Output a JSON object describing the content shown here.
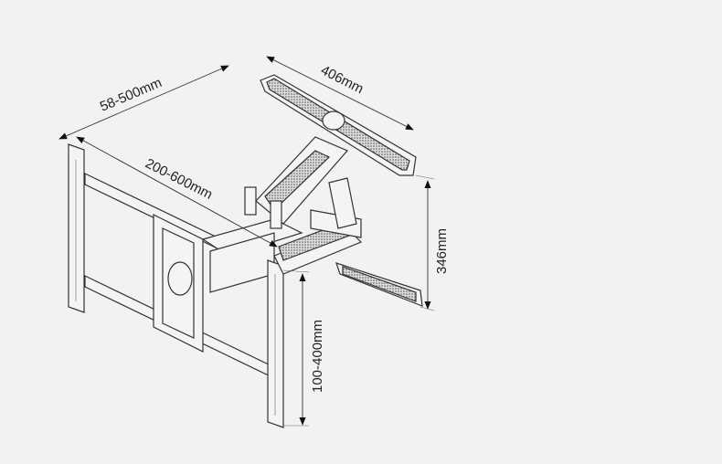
{
  "title": "Full-motion TV wall mount dimension diagram",
  "dimensions": {
    "wall_plate_range": "58-500mm",
    "bracket_width": "406mm",
    "horizontal_range": "200-600mm",
    "arm_height": "346mm",
    "vertical_range": "100-400mm"
  },
  "colors": {
    "background": "#f2f2f2",
    "line": "#333333"
  }
}
